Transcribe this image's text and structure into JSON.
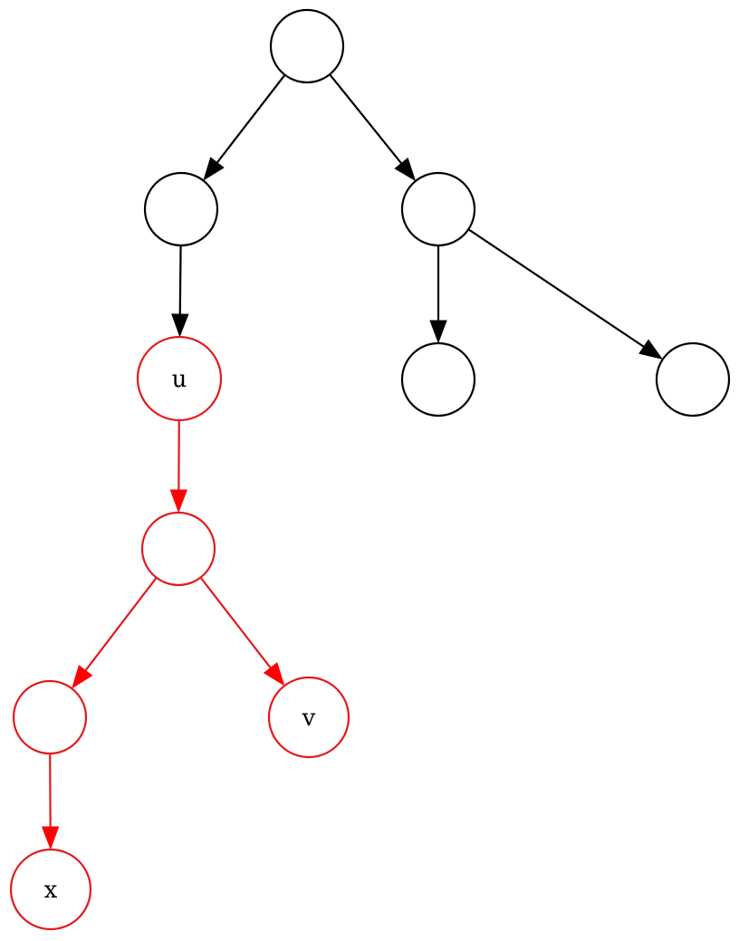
{
  "colors": {
    "default": "#000000",
    "highlight": "#e31a1c",
    "highlight_arrow": "#ff0000",
    "background": "#ffffff"
  },
  "nodes": [
    {
      "id": "root",
      "label": "",
      "highlighted": false
    },
    {
      "id": "left-child",
      "label": "",
      "highlighted": false
    },
    {
      "id": "right-child",
      "label": "",
      "highlighted": false
    },
    {
      "id": "node-u",
      "label": "u",
      "highlighted": true
    },
    {
      "id": "right-left-leaf",
      "label": "",
      "highlighted": false
    },
    {
      "id": "right-right-leaf",
      "label": "",
      "highlighted": false
    },
    {
      "id": "u-child",
      "label": "",
      "highlighted": true
    },
    {
      "id": "x-parent",
      "label": "",
      "highlighted": true
    },
    {
      "id": "node-v",
      "label": "v",
      "highlighted": true
    },
    {
      "id": "node-x",
      "label": "x",
      "highlighted": true
    }
  ],
  "edges": [
    {
      "from": "root",
      "to": "left-child",
      "highlighted": false
    },
    {
      "from": "root",
      "to": "right-child",
      "highlighted": false
    },
    {
      "from": "left-child",
      "to": "node-u",
      "highlighted": false
    },
    {
      "from": "right-child",
      "to": "right-left-leaf",
      "highlighted": false
    },
    {
      "from": "right-child",
      "to": "right-right-leaf",
      "highlighted": false
    },
    {
      "from": "node-u",
      "to": "u-child",
      "highlighted": true
    },
    {
      "from": "u-child",
      "to": "x-parent",
      "highlighted": true
    },
    {
      "from": "u-child",
      "to": "node-v",
      "highlighted": true
    },
    {
      "from": "x-parent",
      "to": "node-x",
      "highlighted": true
    }
  ]
}
